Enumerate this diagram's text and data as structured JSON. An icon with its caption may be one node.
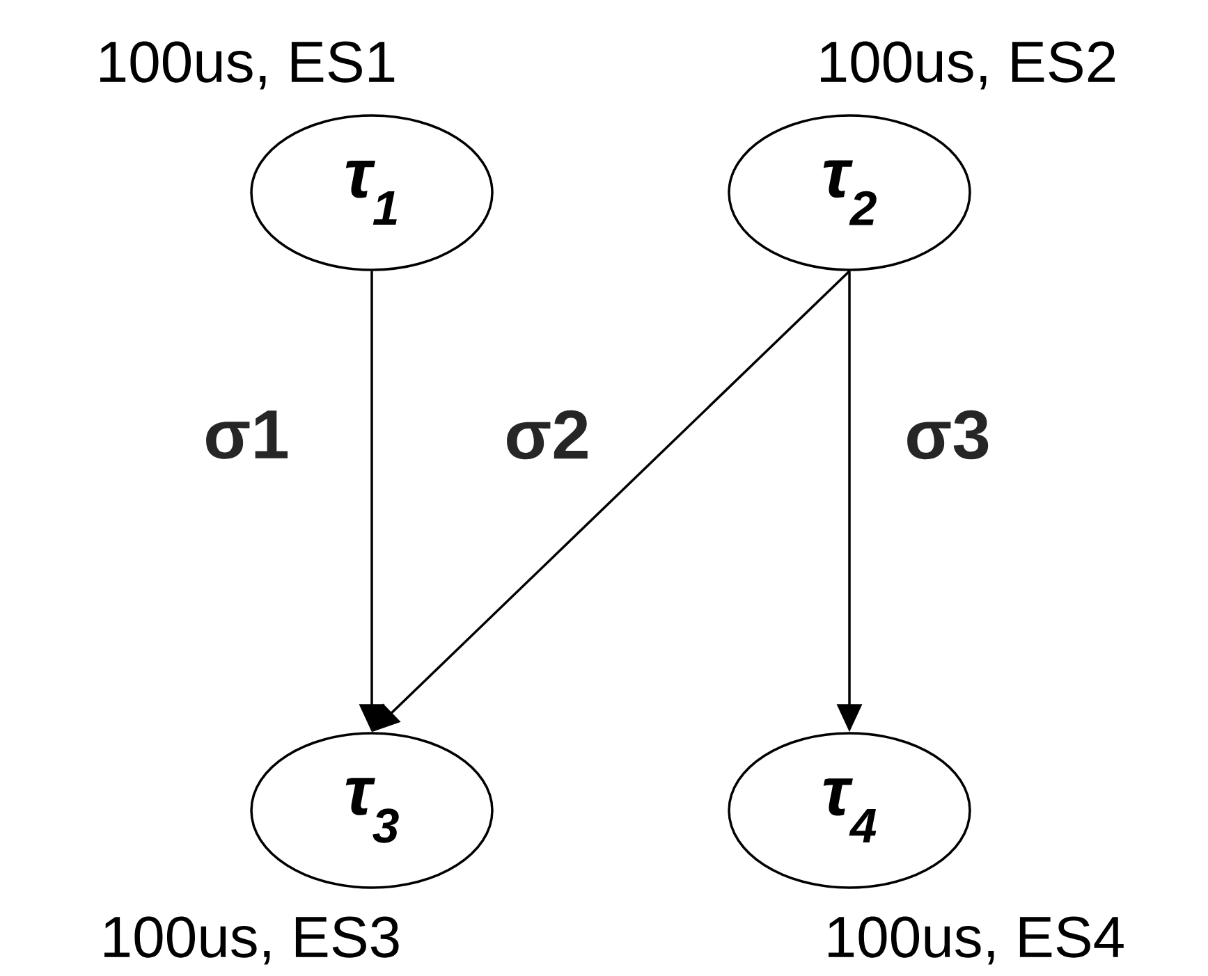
{
  "diagram": {
    "nodes": [
      {
        "text": [
          "τ$_{1}$"
        ],
        "beside": [
          "100us, ES1"
        ]
      },
      {
        "text": [
          "τ$_{2}$"
        ],
        "beside": [
          "100us, ES2"
        ]
      },
      {
        "text": [
          "τ$_{3}$"
        ],
        "beside": [
          "100us, ES3"
        ]
      },
      {
        "text": [
          "τ$_{4}$"
        ],
        "beside": [
          "100us, ES4"
        ]
      }
    ],
    "edges": [
      {
        "from": 0,
        "to": 2,
        "arrow": "to",
        "label": "σ1"
      },
      {
        "from": 1,
        "to": 2,
        "arrow": "to",
        "label": "σ2"
      },
      {
        "from": 1,
        "to": 3,
        "arrow": "to",
        "label": "σ3"
      }
    ]
  }
}
